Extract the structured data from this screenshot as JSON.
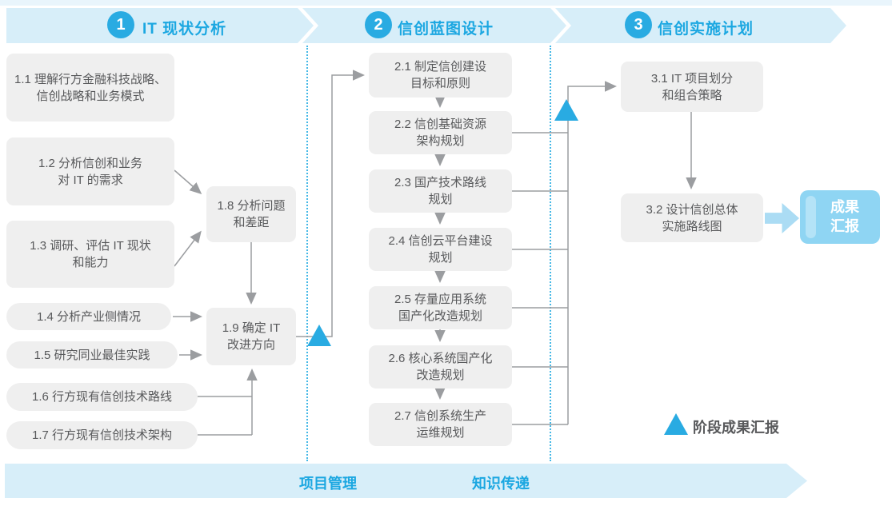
{
  "colors": {
    "accent_blue": "#29abe2",
    "banner_bg": "#d7eef9",
    "banner_text": "#1ba7e1",
    "box_bg": "#efefef",
    "box_text": "#58595b",
    "connector_gray": "#9b9da0",
    "result_box_bg": "#8fd5f3",
    "divider_dotted": "#45b8e6"
  },
  "phases": [
    {
      "number": "1",
      "title": "IT 现状分析"
    },
    {
      "number": "2",
      "title": "信创蓝图设计"
    },
    {
      "number": "3",
      "title": "信创实施计划"
    }
  ],
  "phase1": {
    "boxes": [
      {
        "id": "1.1",
        "text": "1.1 理解行方金融科技战略、\n信创战略和业务模式"
      },
      {
        "id": "1.2",
        "text": "1.2 分析信创和业务\n对 IT 的需求"
      },
      {
        "id": "1.3",
        "text": "1.3 调研、评估 IT 现状\n和能力"
      },
      {
        "id": "1.4",
        "text": "1.4 分析产业侧情况"
      },
      {
        "id": "1.5",
        "text": "1.5 研究同业最佳实践"
      },
      {
        "id": "1.6",
        "text": "1.6 行方现有信创技术路线"
      },
      {
        "id": "1.7",
        "text": "1.7 行方现有信创技术架构"
      },
      {
        "id": "1.8",
        "text": "1.8 分析问题\n和差距"
      },
      {
        "id": "1.9",
        "text": "1.9 确定 IT\n改进方向"
      }
    ]
  },
  "phase2": {
    "boxes": [
      {
        "id": "2.1",
        "text": "2.1 制定信创建设\n目标和原则"
      },
      {
        "id": "2.2",
        "text": "2.2 信创基础资源\n架构规划"
      },
      {
        "id": "2.3",
        "text": "2.3 国产技术路线\n规划"
      },
      {
        "id": "2.4",
        "text": "2.4 信创云平台建设\n规划"
      },
      {
        "id": "2.5",
        "text": "2.5 存量应用系统\n国产化改造规划"
      },
      {
        "id": "2.6",
        "text": "2.6 核心系统国产化\n改造规划"
      },
      {
        "id": "2.7",
        "text": "2.7 信创系统生产\n运维规划"
      }
    ]
  },
  "phase3": {
    "boxes": [
      {
        "id": "3.1",
        "text": "3.1 IT 项目划分\n和组合策略"
      },
      {
        "id": "3.2",
        "text": "3.2 设计信创总体\n实施路线图"
      }
    ],
    "result_label": "成果\n汇报"
  },
  "legend": {
    "label": "阶段成果汇报"
  },
  "footer": {
    "items": [
      {
        "label": "项目管理"
      },
      {
        "label": "知识传递"
      }
    ]
  }
}
